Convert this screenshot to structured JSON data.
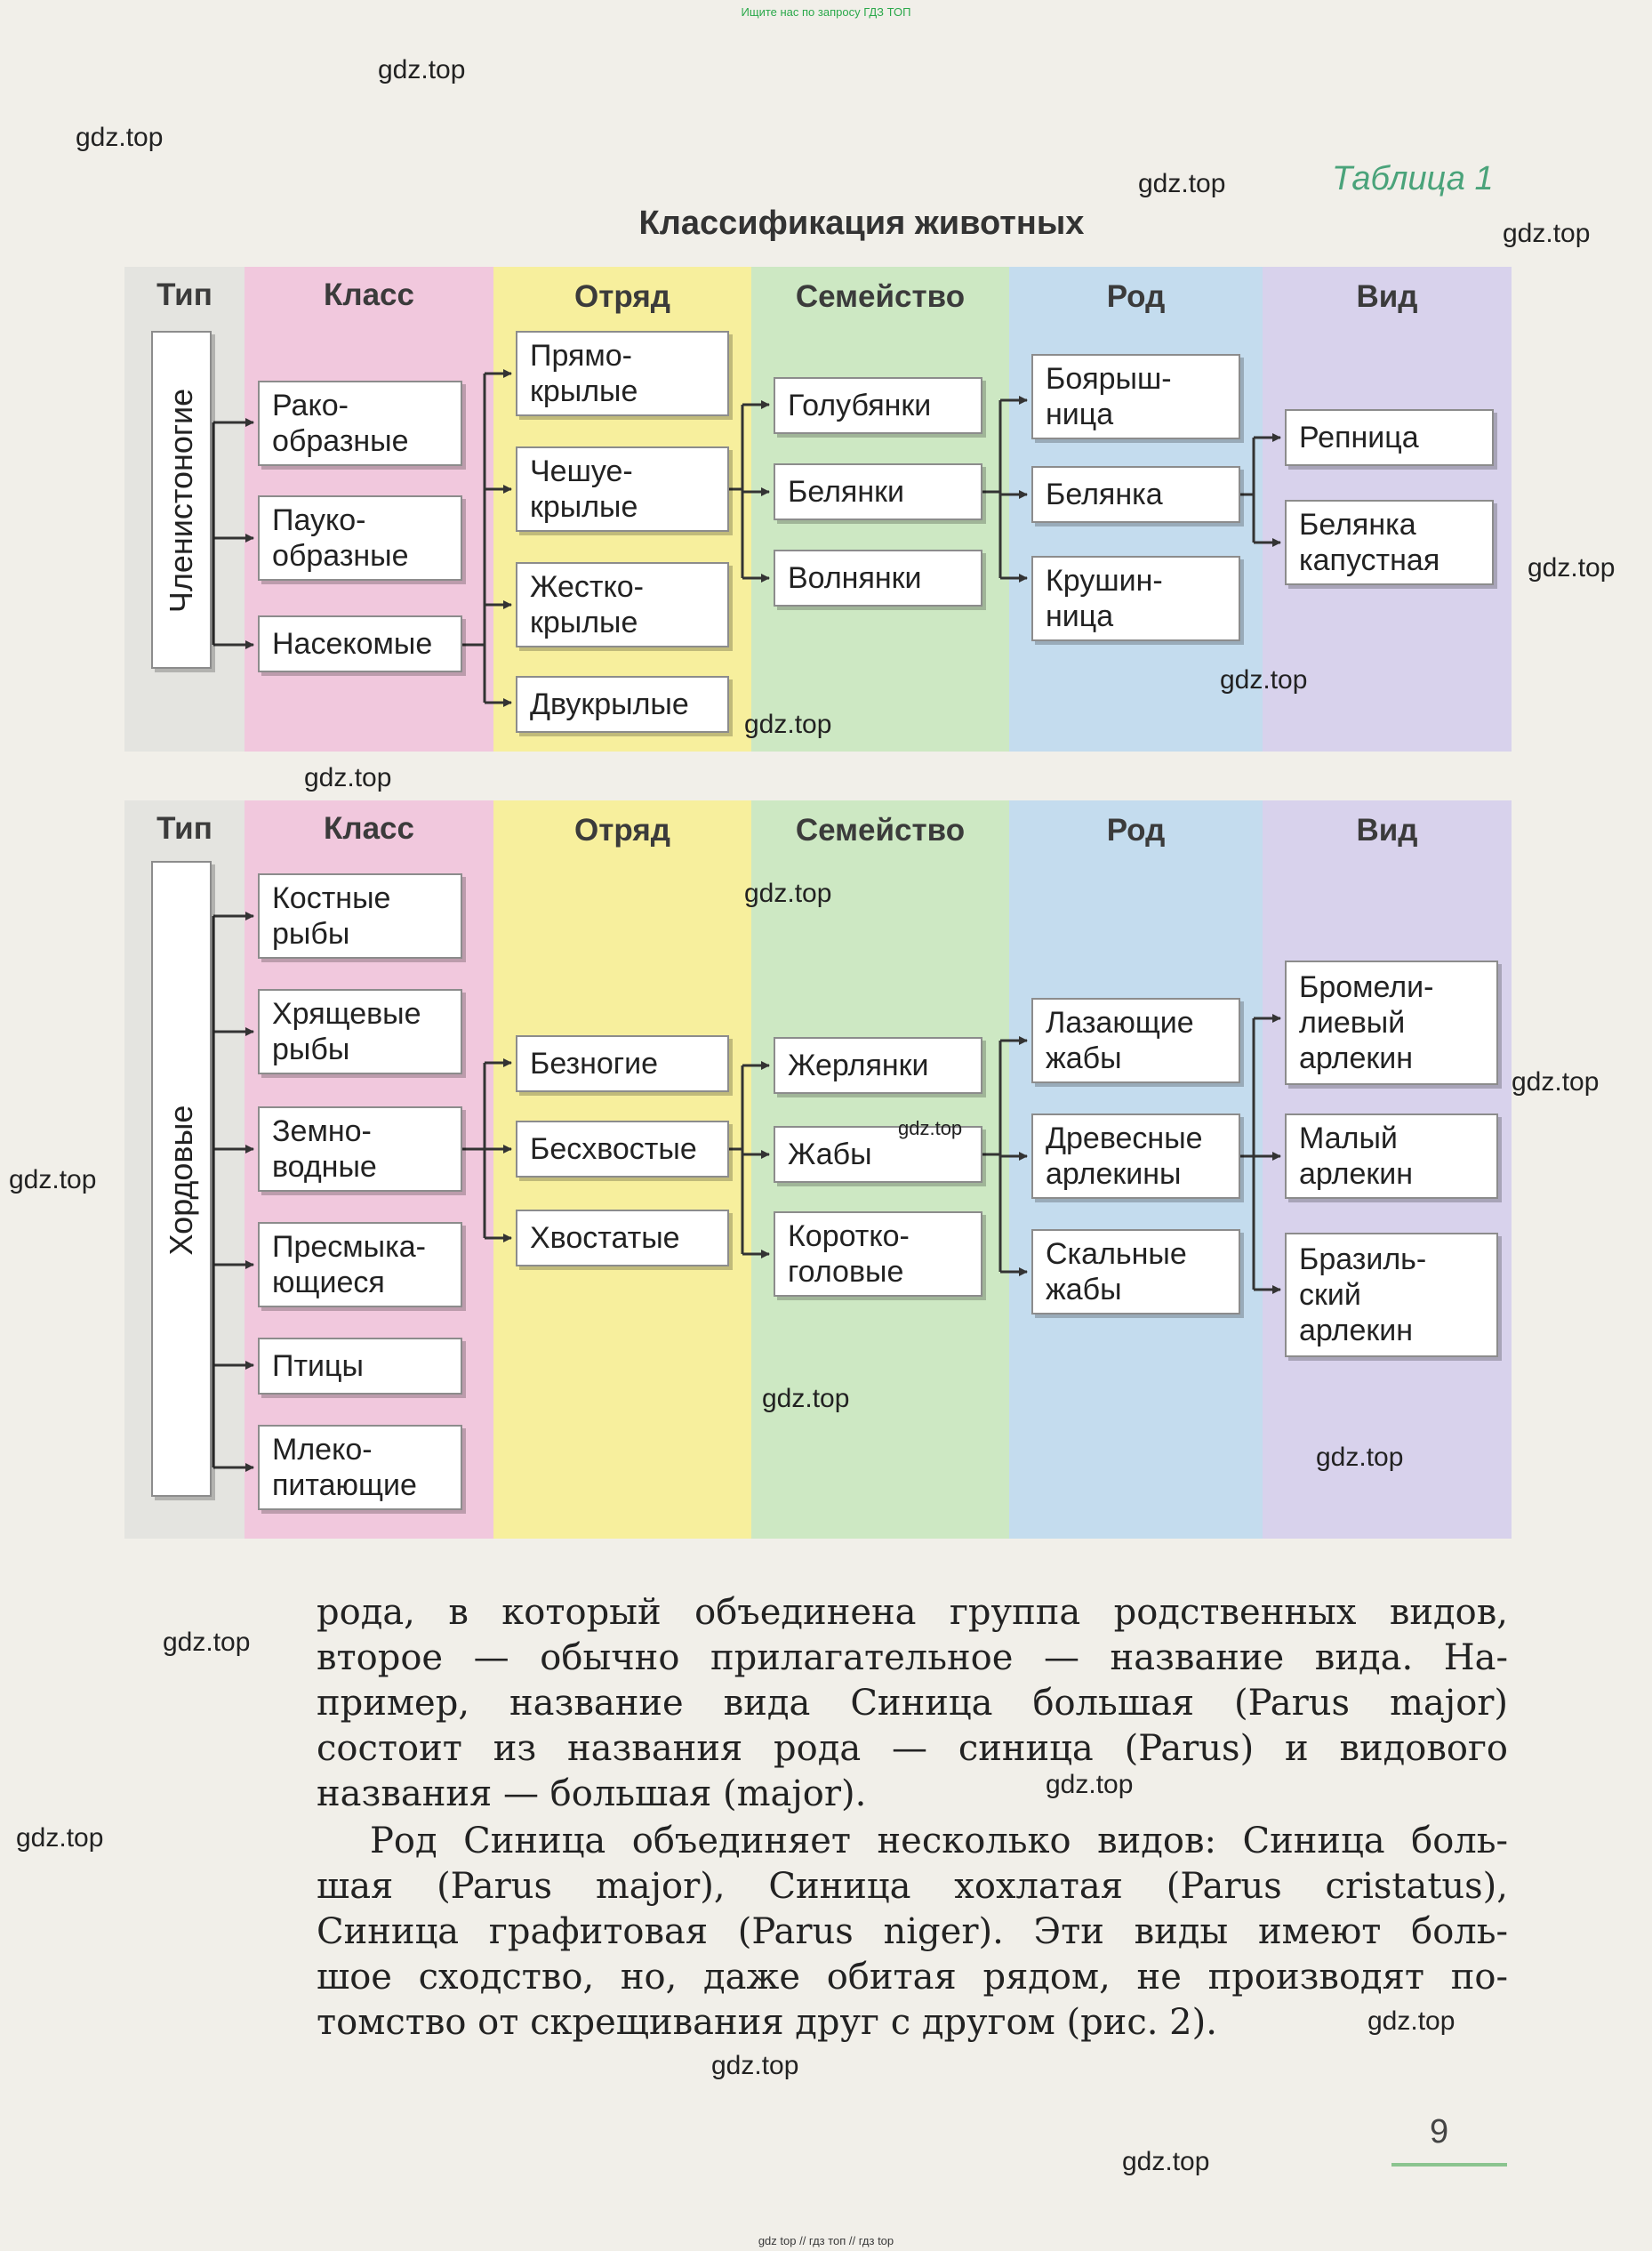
{
  "top_note": "Ищите нас по запросу ГДЗ ТОП",
  "bottom_note": "gdz top // гдз топ // гдз top",
  "watermark": "gdz.top",
  "table_label": "Таблица 1",
  "table_title": "Классификация животных",
  "columns": {
    "type": "Тип",
    "class": "Класс",
    "order": "Отряд",
    "family": "Семейство",
    "genus": "Род",
    "species": "Вид"
  },
  "block1": {
    "type": "Членистоногие",
    "classes": [
      "Рако-\nобразные",
      "Пауко-\nобразные",
      "Насекомые"
    ],
    "orders": [
      "Прямо-\nкрылые",
      "Чешуе-\nкрылые",
      "Жестко-\nкрылые",
      "Двукрылые"
    ],
    "families": [
      "Голубянки",
      "Белянки",
      "Волнянки"
    ],
    "genera": [
      "Боярыш-\nница",
      "Белянка",
      "Крушин-\nница"
    ],
    "species": [
      "Репница",
      "Белянка\nкапустная"
    ]
  },
  "block2": {
    "type": "Хордовые",
    "classes": [
      "Костные\nрыбы",
      "Хрящевые\nрыбы",
      "Земно-\nводные",
      "Пресмыка-\nющиеся",
      "Птицы",
      "Млеко-\nпитающие"
    ],
    "orders": [
      "Безногие",
      "Бесхвостые",
      "Хвостатые"
    ],
    "families": [
      "Жерлянки",
      "Жабы",
      "Коротко-\nголовые"
    ],
    "genera": [
      "Лазающие\nжабы",
      "Древесные\nарлекины",
      "Скальные\nжабы"
    ],
    "species": [
      "Бромели-\nлиевый\nарлекин",
      "Малый\nарлекин",
      "Бразиль-\nский\nарлекин"
    ]
  },
  "paragraph1": [
    "рода, в который объединена группа родственных видов,",
    "второе — обычно прилагательное — название вида. На-",
    "пример, название вида Синица большая (Parus major)",
    "состоит из названия рода — синица (Parus) и видового",
    "названия — большая (major)."
  ],
  "paragraph2": [
    "Род Синица объединяет несколько видов: Синица боль-",
    "шая (Parus major), Синица хохлатая (Parus cristatus),",
    "Синица графитовая (Parus niger). Эти виды имеют боль-",
    "шое сходство, но, даже обитая рядом, не производят по-",
    "томство от скрещивания друг с другом (рис. 2)."
  ],
  "page_number": "9",
  "colors": {
    "class_col": "#f1c8dd",
    "order_col": "#f7ef9d",
    "family_col": "#cde8c3",
    "genus_col": "#c4dcee",
    "species_col": "#d8d2ec",
    "type_col": "#e4e4e0",
    "accent": "#4aa37a"
  }
}
